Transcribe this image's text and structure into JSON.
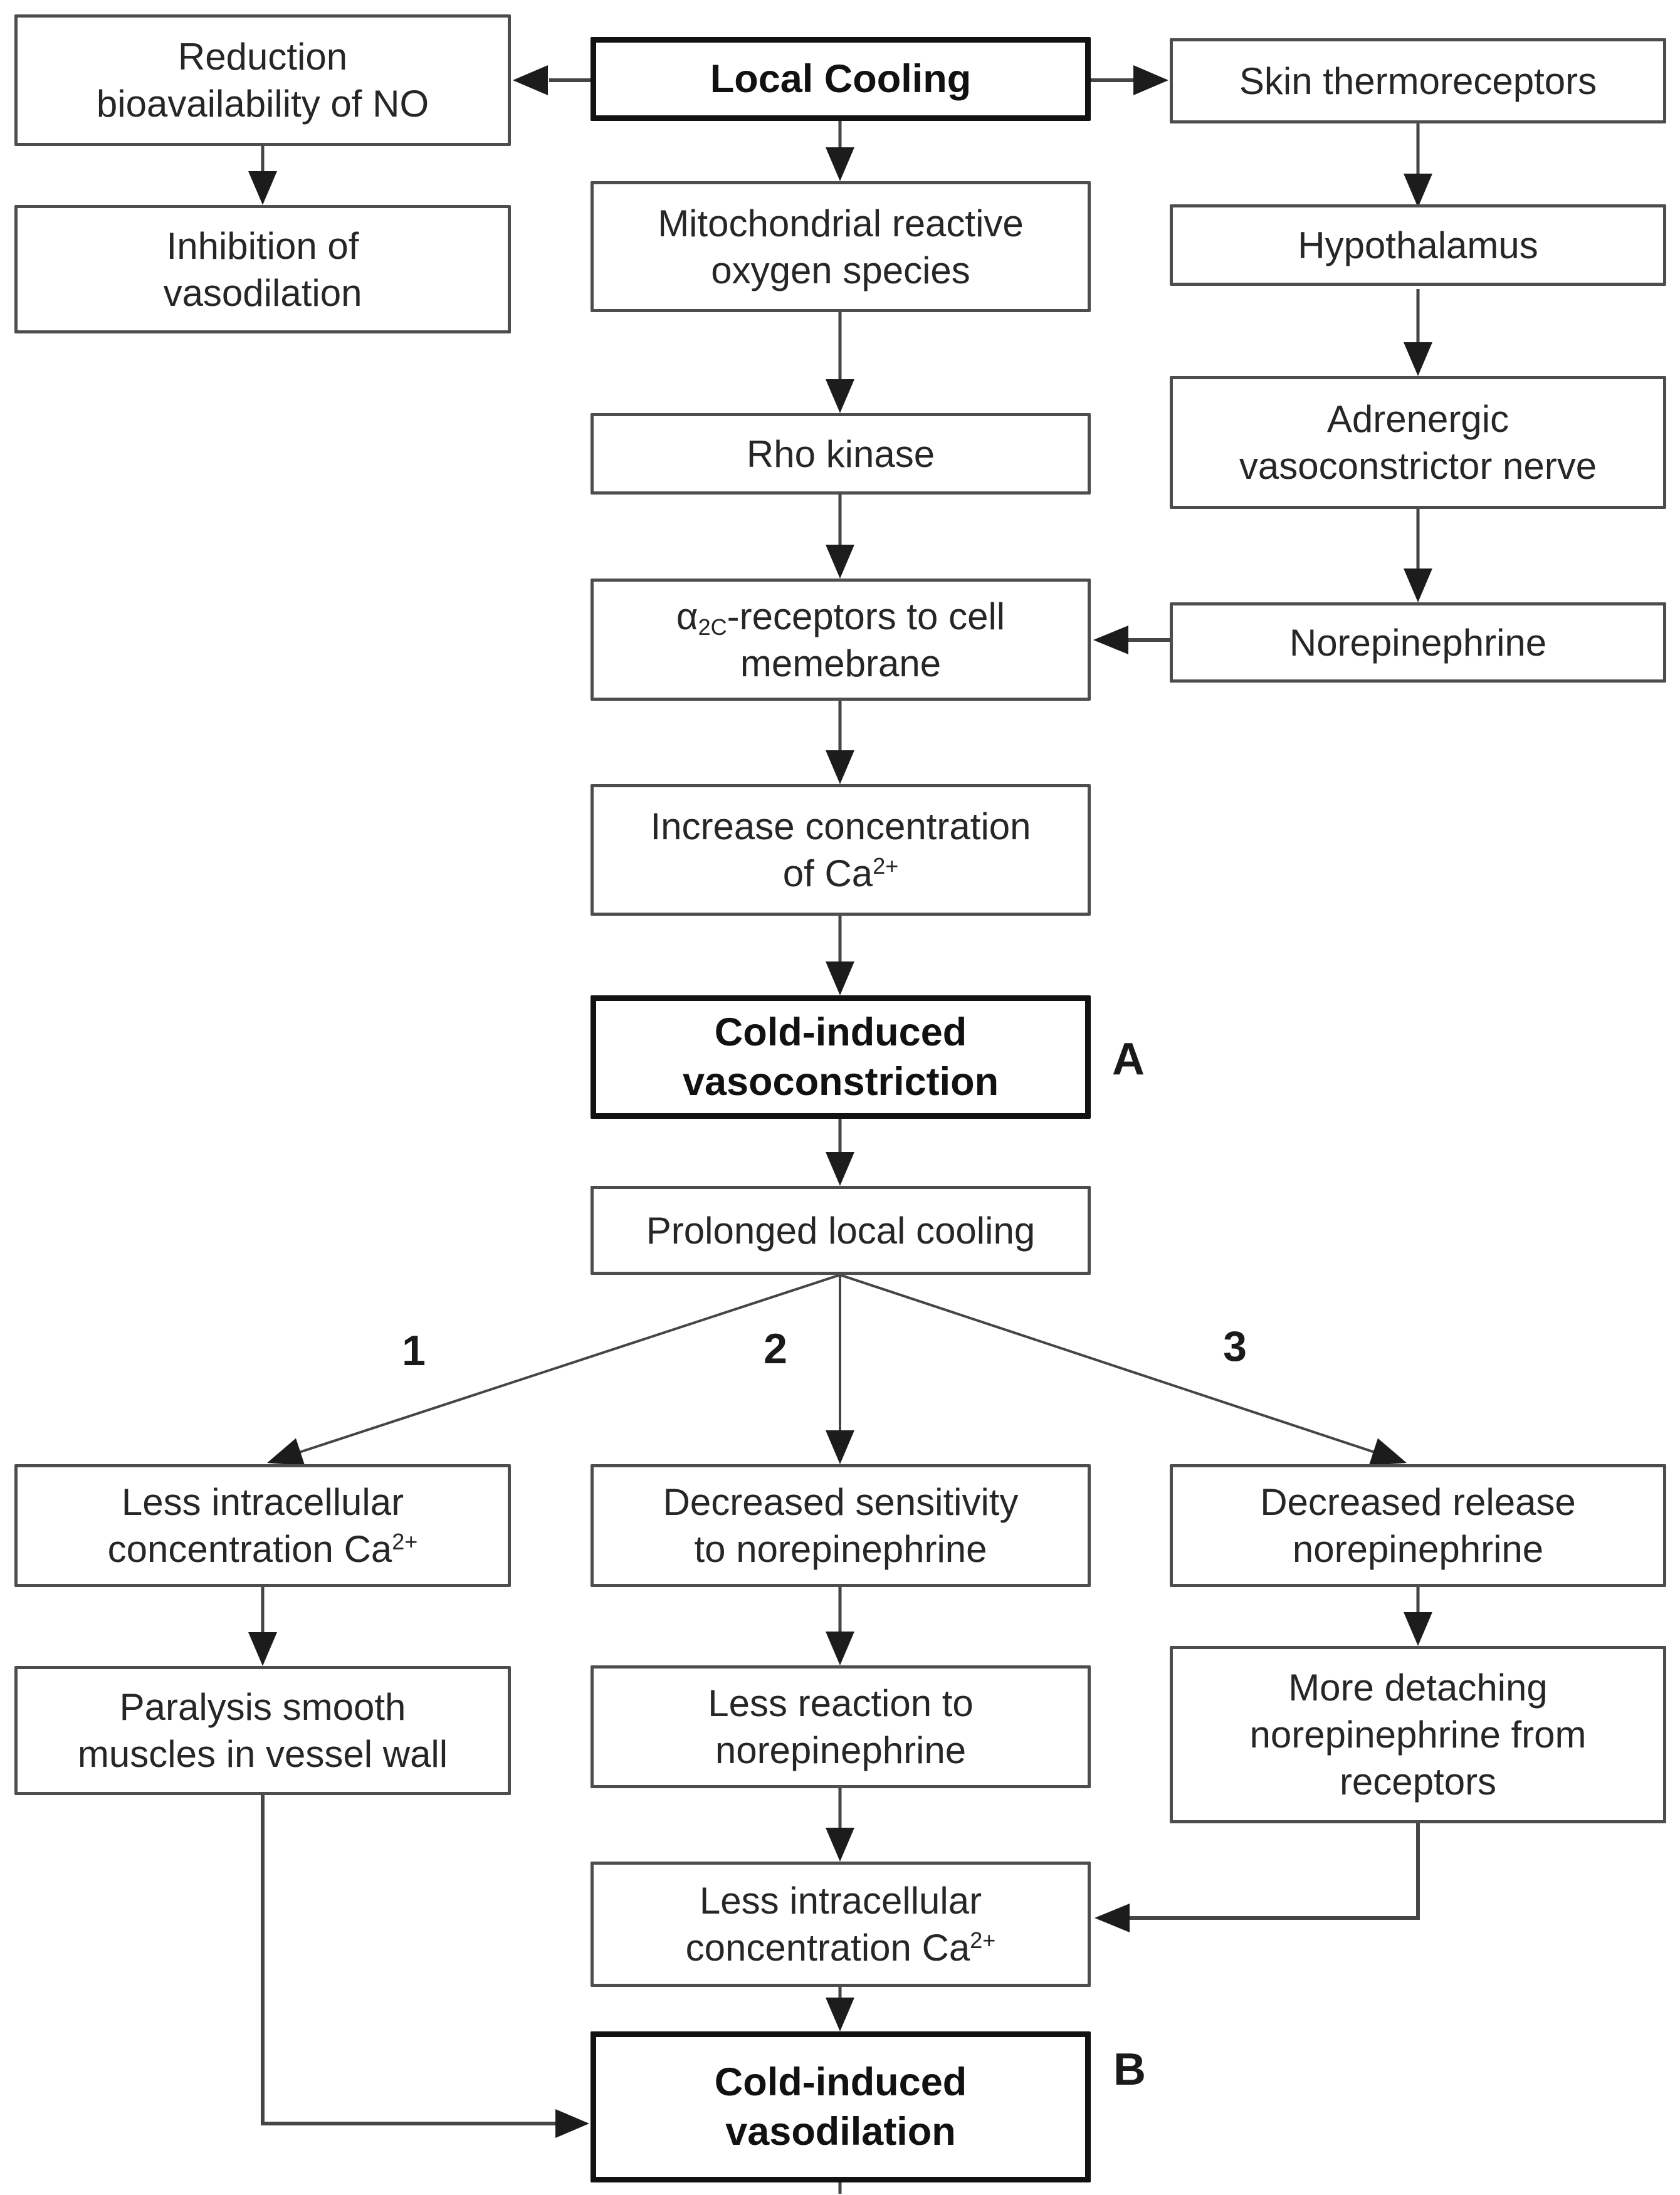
{
  "figure": {
    "panel_a_label": "A",
    "panel_b_label": "B",
    "branch_labels": {
      "one": "1",
      "two": "2",
      "three": "3"
    }
  },
  "colors": {
    "background": "#ffffff",
    "box_border": "#4d4d4d",
    "bold_box_border": "#121212",
    "connector_line": "#454545",
    "arrowhead": "#1c1c1c",
    "text": "#262626"
  },
  "boxes": {
    "reduction_no": {
      "label": "Reduction\nbioavailability of NO"
    },
    "inhibition_vasodilation": {
      "label": "Inhibition of\nvasodilation"
    },
    "local_cooling": {
      "label": "Local Cooling"
    },
    "mitochondrial_ros": {
      "label": "Mitochondrial reactive\noxygen species"
    },
    "skin_thermoreceptors": {
      "label": "Skin thermoreceptors"
    },
    "hypothalamus": {
      "label": "Hypothalamus"
    },
    "rho_kinase": {
      "label": "Rho kinase"
    },
    "alpha2c_receptors": {
      "prefix": "α",
      "sub": "2C",
      "rest": "-receptors to cell",
      "line2": "memebrane"
    },
    "adrenergic_nerve": {
      "label": "Adrenergic\nvasoconstrictor nerve"
    },
    "norepinephrine": {
      "label": "Norepinephrine"
    },
    "increase_ca": {
      "line1": "Increase concentration",
      "line2": "of Ca",
      "sup": "2+"
    },
    "cold_induced_vasoconstriction": {
      "label": "Cold-induced\nvasoconstriction"
    },
    "prolonged_cooling": {
      "label": "Prolonged local cooling"
    },
    "less_intracellular_ca_branch1": {
      "line1": "Less intracellular",
      "line2": "concentration Ca",
      "sup": "2+"
    },
    "decreased_sensitivity": {
      "label": "Decreased sensitivity\nto norepinephrine"
    },
    "decreased_release": {
      "label": "Decreased release\nnorepinephrine"
    },
    "paralysis_smooth_muscles": {
      "label": "Paralysis smooth\nmuscles in vessel wall"
    },
    "less_reaction": {
      "label": "Less reaction to\nnorepinephrine"
    },
    "more_detaching": {
      "label": "More detaching\nnorepinephrine from\nreceptors"
    },
    "less_intracellular_ca_converge": {
      "line1": "Less intracellular",
      "line2": "concentration Ca",
      "sup": "2+"
    },
    "cold_induced_vasodilation": {
      "label": "Cold-induced\nvasodilation"
    }
  }
}
